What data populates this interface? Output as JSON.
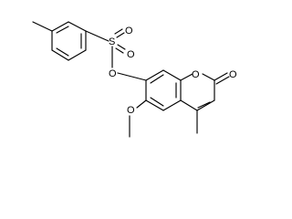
{
  "atom_labels": {
    "sulfur": "S",
    "sulfonyl_oxygen_upper": "O",
    "sulfonyl_oxygen_lower": "O",
    "tosylate_ester_oxygen": "O",
    "ring_oxygen": "O",
    "carbonyl_oxygen": "O",
    "methoxy_oxygen": "O"
  }
}
